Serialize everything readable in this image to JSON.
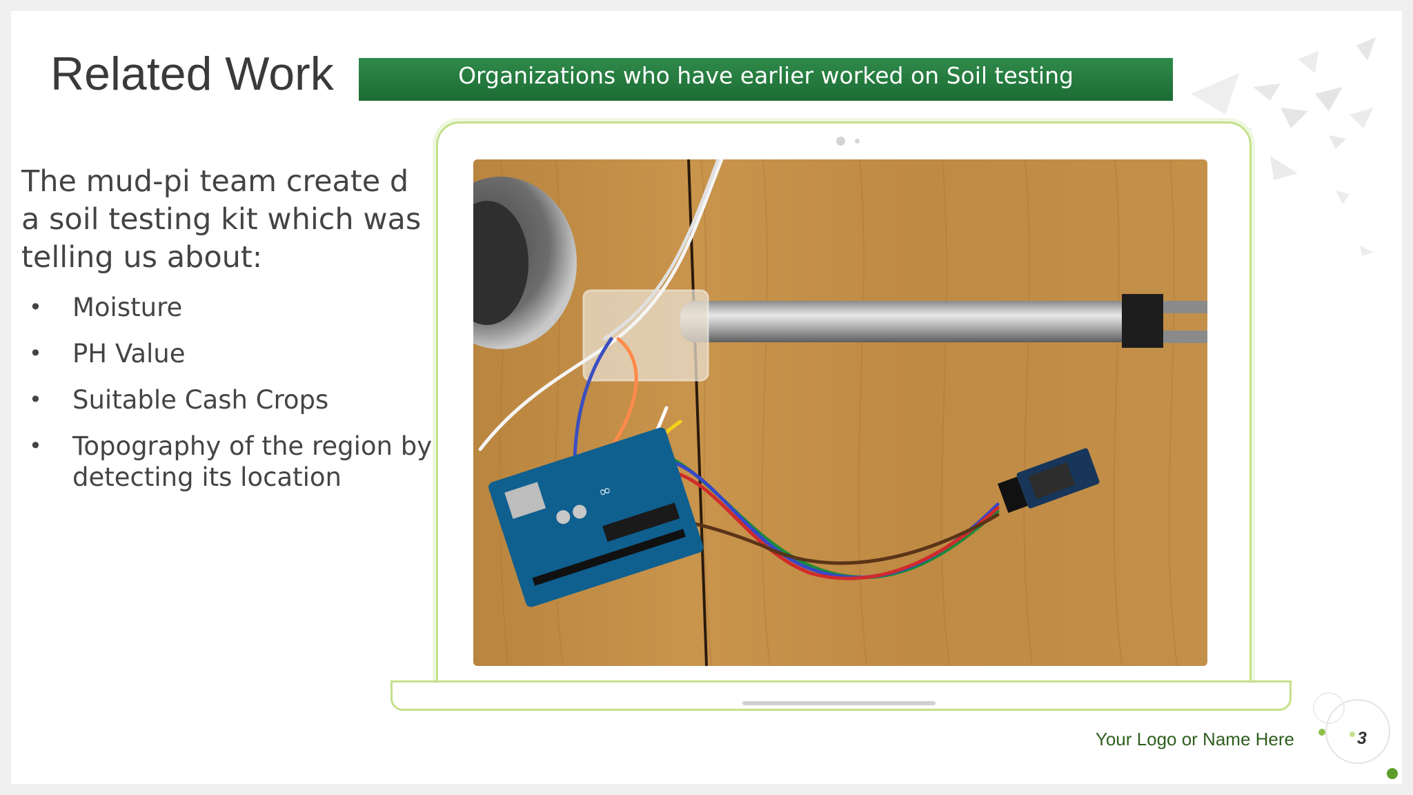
{
  "slide": {
    "title": "Related Work",
    "banner": "Organizations who have earlier worked on Soil testing",
    "intro": "The mud-pi team create d a soil testing kit which was telling us about:",
    "bullet_symbol": "•",
    "bullets": [
      "Moisture",
      "PH Value",
      "Suitable Cash Crops",
      "Topography of the region by detecting its location"
    ],
    "footer": "Your Logo or Name Here",
    "page_number": "3"
  },
  "colors": {
    "banner_green": "#1f7a3a",
    "laptop_outline": "#c4e08a",
    "footer_text": "#2e5e1e",
    "accent_dot": "#6fa82a"
  },
  "image": {
    "subject": "soil testing kit photo"
  }
}
